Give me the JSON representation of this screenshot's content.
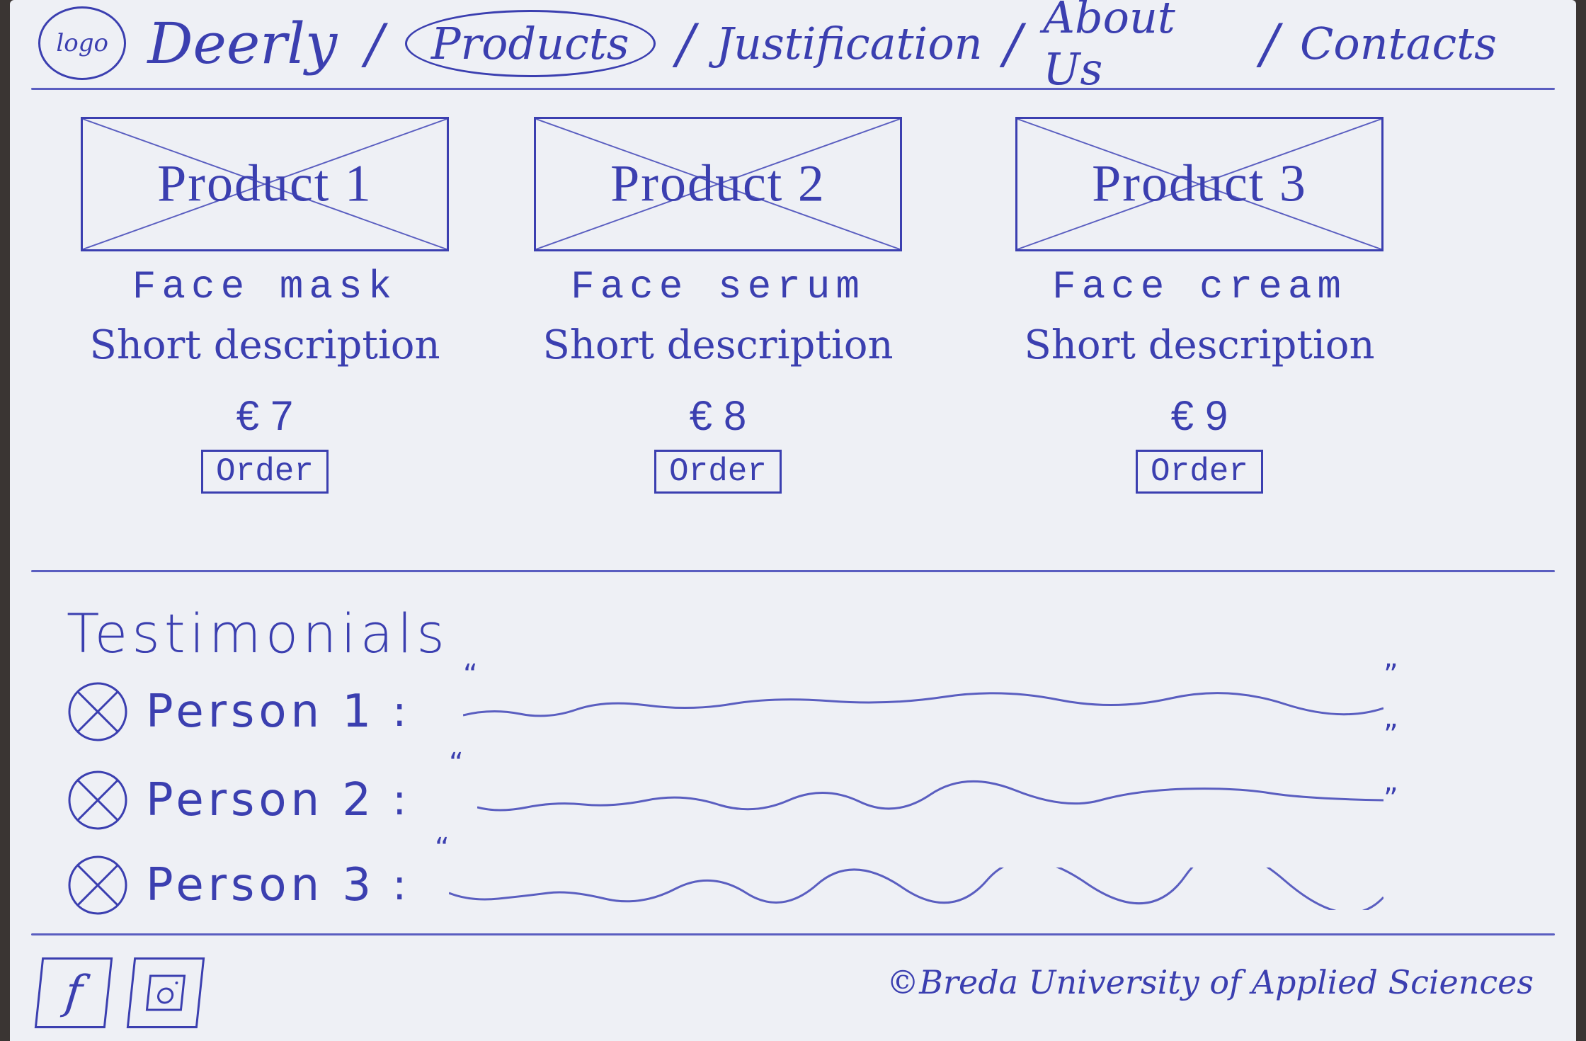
{
  "nav": {
    "logo": "logo",
    "brand": "Deerly",
    "separator": "/",
    "links": [
      "Products",
      "Justification",
      "About Us",
      "Contacts"
    ],
    "active": "Products"
  },
  "products": [
    {
      "placeholder": "Product 1",
      "name": "Face mask",
      "description": "Short description",
      "price": "€ 7",
      "button": "Order"
    },
    {
      "placeholder": "Product 2",
      "name": "Face serum",
      "description": "Short description",
      "price": "€ 8",
      "button": "Order"
    },
    {
      "placeholder": "Product 3",
      "name": "Face cream",
      "description": "Short description",
      "price": "€ 9",
      "button": "Order"
    }
  ],
  "testimonials": {
    "title": "Testimonials",
    "items": [
      {
        "person": "Person 1",
        "colon": ":",
        "open_quote": "“",
        "close_quote": "”"
      },
      {
        "person": "Person 2",
        "colon": ":",
        "open_quote": "“",
        "close_quote": "”"
      },
      {
        "person": "Person 3",
        "colon": ":",
        "open_quote": "“",
        "close_quote": "”"
      }
    ]
  },
  "footer": {
    "icons": [
      "facebook-icon",
      "instagram-icon"
    ],
    "facebook_glyph": "f",
    "copyright": "©Breda University of Applied Sciences"
  },
  "colors": {
    "ink": "#3b3fb0",
    "paper": "#eef0f5",
    "background": "#3a3533"
  }
}
